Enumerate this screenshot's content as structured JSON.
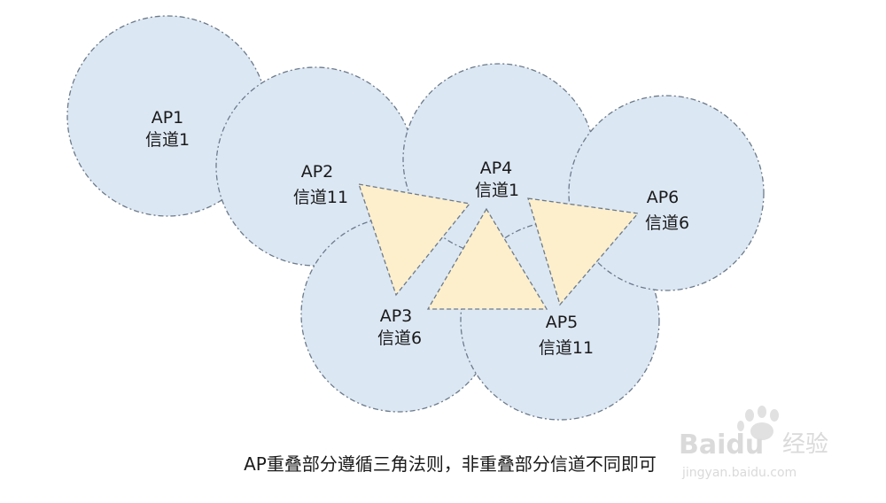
{
  "access_points": [
    {
      "name": "AP1",
      "channel": "信道1"
    },
    {
      "name": "AP2",
      "channel": "信道11"
    },
    {
      "name": "AP3",
      "channel": "信道6"
    },
    {
      "name": "AP4",
      "channel": "信道1"
    },
    {
      "name": "AP5",
      "channel": "信道11"
    },
    {
      "name": "AP6",
      "channel": "信道6"
    }
  ],
  "caption": "AP重叠部分遵循三角法则，非重叠部分信道不同即可",
  "watermark": {
    "brand": "Baidu",
    "product": "经验",
    "url": "jingyan.baidu.com"
  },
  "colors": {
    "coverage_fill": "#dce7f4",
    "coverage_stroke": "#6c7a8a",
    "triangle_fill": "#fdefcb",
    "triangle_stroke": "#6c7a8a",
    "background": "#ffffff"
  }
}
